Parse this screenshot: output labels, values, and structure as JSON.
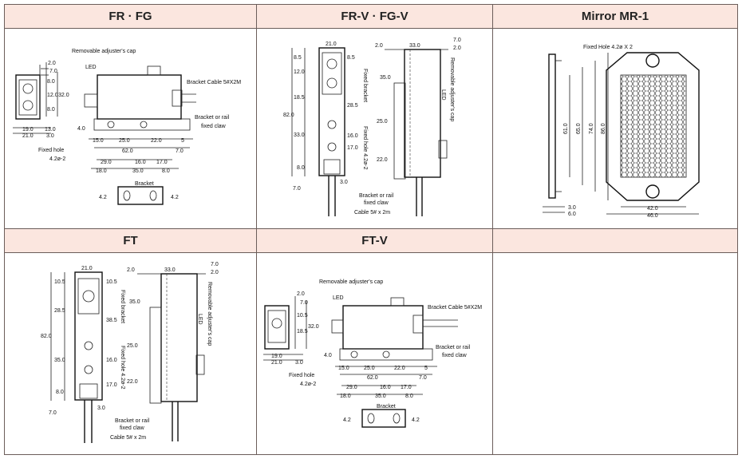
{
  "panels": [
    {
      "title": "FR · FG"
    },
    {
      "title": "FR-V · FG-V"
    },
    {
      "title": "Mirror MR-1"
    },
    {
      "title": "FT"
    },
    {
      "title": "FT-V"
    },
    {
      "title": ""
    }
  ],
  "frfg": {
    "removable_cap": "Removable adjuster's cap",
    "led": "LED",
    "bracket_cable": "Bracket Cable 5#X2M",
    "bracket_rail": "Bracket or rail",
    "fixed_claw": "fixed claw",
    "fixed_hole": "Fixed hole",
    "fixed_hole_size": "4.2ø-2",
    "bracket": "Bracket",
    "d_2_0": "2.0",
    "d_7_0": "7.0",
    "d_8_0a": "8.0",
    "d_12_0": "12.0",
    "d_32_0": "32.0",
    "d_8_0b": "8.0",
    "d_19_0": "19.0",
    "d_13_0": "13.0",
    "d_21_0": "21.0",
    "d_3_0": "3.0",
    "d_4_0": "4.0",
    "d_15_0": "15.0",
    "d_25_0": "25.0",
    "d_22_0": "22.0",
    "d_5": "5",
    "d_62_0": "62.0",
    "d_7_0b": "7.0",
    "d_29_0": "29.0",
    "d_16_0": "16.0",
    "d_17_0": "17.0",
    "d_18_0": "18.0",
    "d_35_0": "35.0",
    "d_8_0c": "8.0",
    "d_4_2a": "4.2",
    "d_4_2b": "4.2"
  },
  "frv": {
    "d_21_0": "21.0",
    "d_2_0": "2.0",
    "d_33_0": "33.0",
    "d_7_0": "7.0",
    "d_2_0b": "2.0",
    "d_8_5a": "8.5",
    "d_8_5b": "8.5",
    "d_12_0": "12.0",
    "d_35_0": "35.0",
    "d_18_5": "18.5",
    "d_28_5": "28.5",
    "d_82_0": "82.0",
    "d_33_0v": "33.0",
    "d_16_0": "16.0",
    "d_17_0": "17.0",
    "d_25_0": "25.0",
    "d_22_0": "22.0",
    "d_8_0": "8.0",
    "d_7_0b": "7.0",
    "d_3_0": "3.0",
    "fixed_bracket": "Fixed bracket",
    "removable_cap": "Removable adjuster's cap",
    "led": "LED",
    "fixed_hole": "Fixed hole 4.2ø-2",
    "bracket_rail": "Bracket or rail",
    "fixed_claw": "fixed claw",
    "cable": "Cable 5# x 2m"
  },
  "mirror": {
    "fixed_hole": "Fixed Hole 4.2ø X 2",
    "d_61_0": "61.0",
    "d_65_0": "65.0",
    "d_74_0": "74.0",
    "d_86_0": "86.0",
    "d_3_0": "3.0",
    "d_6_0": "6.0",
    "d_42_0": "42.0",
    "d_46_0": "46.0"
  },
  "ft": {
    "d_21_0": "21.0",
    "d_2_0": "2.0",
    "d_33_0": "33.0",
    "d_7_0": "7.0",
    "d_2_0b": "2.0",
    "d_10_5a": "10.5",
    "d_10_5b": "10.5",
    "d_28_5": "28.5",
    "d_35_0": "35.0",
    "d_38_5": "38.5",
    "d_82_0": "82.0",
    "d_35_0v": "35.0",
    "d_16_0": "16.0",
    "d_17_0": "17.0",
    "d_25_0": "25.0",
    "d_22_0": "22.0",
    "d_8_0": "8.0",
    "d_7_0b": "7.0",
    "d_3_0": "3.0",
    "fixed_bracket": "Fixed bracket",
    "removable_cap": "Removable adjuster's cap",
    "led": "LED",
    "fixed_hole": "Fixed hole 4.2ø-2",
    "bracket_rail": "Bracket or rail",
    "fixed_claw": "fixed claw",
    "cable": "Cable 5# x 2m"
  },
  "ftv": {
    "removable_cap": "Removable adjuster's cap",
    "led": "LED",
    "bracket_cable": "Bracket Cable 5#X2M",
    "bracket_rail": "Bracket or rail",
    "fixed_claw": "fixed claw",
    "fixed_hole": "Fixed hole",
    "fixed_hole_size": "4.2ø-2",
    "bracket": "Bracket",
    "d_2_0": "2.0",
    "d_7_0": "7.0",
    "d_10_5": "10.5",
    "d_32_0": "32.0",
    "d_18_5": "18.5",
    "d_19_0": "19.0",
    "d_21_0": "21.0",
    "d_3_0": "3.0",
    "d_4_0": "4.0",
    "d_15_0": "15.0",
    "d_25_0": "25.0",
    "d_22_0": "22.0",
    "d_5": "5",
    "d_62_0": "62.0",
    "d_7_0b": "7.0",
    "d_29_0": "29.0",
    "d_16_0": "16.0",
    "d_17_0": "17.0",
    "d_18_0": "18.0",
    "d_35_0": "35.0",
    "d_8_0": "8.0",
    "d_4_2a": "4.2",
    "d_4_2b": "4.2"
  },
  "colors": {
    "header_bg": "#fbe6df",
    "border": "#6b5d5a",
    "line": "#222222"
  }
}
